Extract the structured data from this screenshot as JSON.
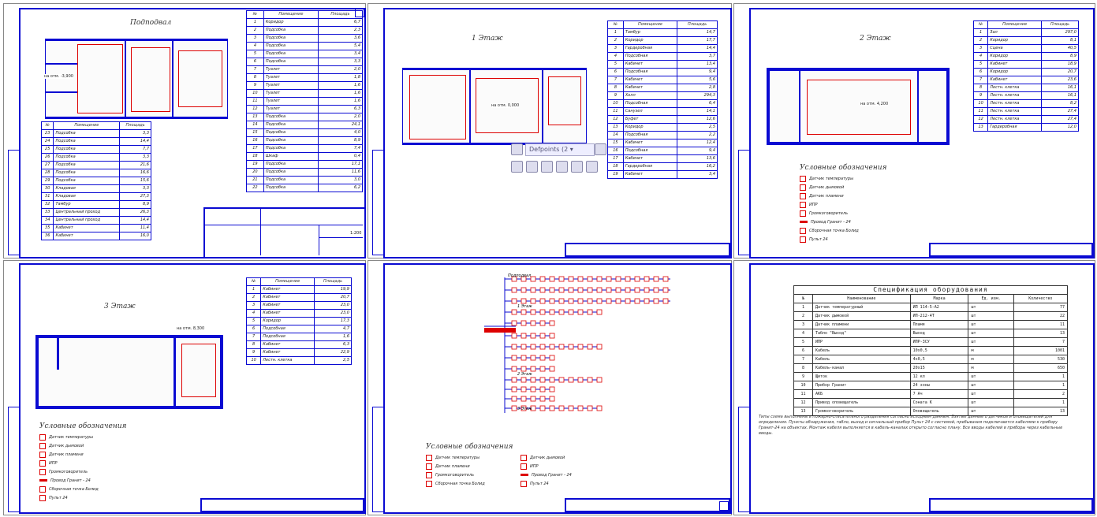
{
  "colors": {
    "frame": "#0a0ad2",
    "equipment": "#dd0000"
  },
  "toolbar": {
    "layer_label": "Defpoints (2",
    "buttons": [
      "zoom-window-icon",
      "zoom-extents-icon",
      "zoom-previous-icon",
      "pan-icon",
      "regen-icon",
      "save-icon"
    ]
  },
  "sheet1": {
    "title": "Подподвал",
    "plan_label": "на отм. -3,900",
    "table_right": {
      "headers": [
        "№",
        "Помещение",
        "Площадь"
      ],
      "rows": [
        [
          "1",
          "Коридор",
          "6,7"
        ],
        [
          "2",
          "Подсобка",
          "2,3"
        ],
        [
          "3",
          "Подсобка",
          "3,6"
        ],
        [
          "4",
          "Подсобка",
          "5,4"
        ],
        [
          "5",
          "Подсобка",
          "3,4"
        ],
        [
          "6",
          "Подсобка",
          "3,3"
        ],
        [
          "7",
          "Туалет",
          "2,0"
        ],
        [
          "8",
          "Туалет",
          "1,8"
        ],
        [
          "9",
          "Туалет",
          "1,6"
        ],
        [
          "10",
          "Туалет",
          "1,6"
        ],
        [
          "11",
          "Туалет",
          "1,6"
        ],
        [
          "12",
          "Туалет",
          "6,3"
        ],
        [
          "13",
          "Подсобка",
          "2,0"
        ],
        [
          "14",
          "Подсобка",
          "24,1"
        ],
        [
          "15",
          "Подсобка",
          "4,0"
        ],
        [
          "16",
          "Подсобка",
          "8,9"
        ],
        [
          "17",
          "Подсобка",
          "7,4"
        ],
        [
          "18",
          "Шкаф",
          "0,4"
        ],
        [
          "19",
          "Подсобка",
          "17,1"
        ],
        [
          "20",
          "Подсобка",
          "11,6"
        ],
        [
          "21",
          "Подсобка",
          "3,0"
        ],
        [
          "22",
          "Подсобка",
          "6,2"
        ]
      ]
    },
    "table_left": {
      "headers": [
        "№",
        "Помещение",
        "Площадь"
      ],
      "rows": [
        [
          "23",
          "Подсобка",
          "3,3"
        ],
        [
          "24",
          "Подсобка",
          "14,4"
        ],
        [
          "25",
          "Подсобка",
          "7,7"
        ],
        [
          "26",
          "Подсобка",
          "3,3"
        ],
        [
          "27",
          "Подсобка",
          "21,6"
        ],
        [
          "28",
          "Подсобка",
          "16,6"
        ],
        [
          "29",
          "Подсобка",
          "15,6"
        ],
        [
          "30",
          "Кладовая",
          "3,3"
        ],
        [
          "31",
          "Кладовая",
          "27,3"
        ],
        [
          "32",
          "Тамбур",
          "8,9"
        ],
        [
          "33",
          "Центральный проход",
          "26,3"
        ],
        [
          "34",
          "Центральный проход",
          "14,4"
        ],
        [
          "35",
          "Кабинет",
          "11,4"
        ],
        [
          "36",
          "Кабинет",
          "16,0"
        ]
      ]
    },
    "stamp_scale": "1:200"
  },
  "sheet2": {
    "title": "1 Этаж",
    "plan_label": "на отм. 0,000",
    "table": {
      "headers": [
        "№",
        "Помещение",
        "Площадь"
      ],
      "rows": [
        [
          "1",
          "Тамбур",
          "14,7"
        ],
        [
          "2",
          "Коридор",
          "17,7"
        ],
        [
          "3",
          "Гардеробная",
          "14,4"
        ],
        [
          "4",
          "Подсобная",
          "3,7"
        ],
        [
          "5",
          "Кабинет",
          "13,4"
        ],
        [
          "6",
          "Подсобная",
          "9,4"
        ],
        [
          "7",
          "Кабинет",
          "5,6"
        ],
        [
          "8",
          "Кабинет",
          "2,8"
        ],
        [
          "9",
          "Холл",
          "294,3"
        ],
        [
          "10",
          "Подсобная",
          "6,4"
        ],
        [
          "11",
          "Санузел",
          "14,1"
        ],
        [
          "12",
          "Буфет",
          "12,6"
        ],
        [
          "13",
          "Коридор",
          "2,5"
        ],
        [
          "14",
          "Подсобная",
          "2,2"
        ],
        [
          "15",
          "Кабинет",
          "12,4"
        ],
        [
          "16",
          "Подсобная",
          "9,4"
        ],
        [
          "17",
          "Кабинет",
          "13,6"
        ],
        [
          "18",
          "Гардеробная",
          "16,2"
        ],
        [
          "19",
          "Кабинет",
          "3,4"
        ]
      ]
    }
  },
  "sheet3": {
    "title": "2 Этаж",
    "plan_label": "на отм. 4,200",
    "table": {
      "headers": [
        "№",
        "Помещение",
        "Площадь"
      ],
      "rows": [
        [
          "1",
          "Зал",
          "297,0"
        ],
        [
          "2",
          "Коридор",
          "8,1"
        ],
        [
          "3",
          "Сцена",
          "40,5"
        ],
        [
          "4",
          "Коридор",
          "8,9"
        ],
        [
          "5",
          "Кабинет",
          "18,9"
        ],
        [
          "6",
          "Коридор",
          "20,7"
        ],
        [
          "7",
          "Кабинет",
          "23,6"
        ],
        [
          "8",
          "Лестн. клетка",
          "16,1"
        ],
        [
          "9",
          "Лестн. клетка",
          "16,1"
        ],
        [
          "10",
          "Лестн. клетка",
          "8,2"
        ],
        [
          "11",
          "Лестн. клетка",
          "27,4"
        ],
        [
          "12",
          "Лестн. клетка",
          "27,4"
        ],
        [
          "13",
          "Гардеробная",
          "12,0"
        ]
      ]
    },
    "legend": {
      "title": "Условные обозначения",
      "items": [
        "Датчик температуры",
        "Датчик дымовой",
        "Датчик пламени",
        "ИПР",
        "Громкоговоритель",
        "Провод Гранит - 24",
        "Сборочная точка Болид",
        "Пульт 24"
      ]
    }
  },
  "sheet4": {
    "title": "3 Этаж",
    "plan_label": "на отм. 8,300",
    "table": {
      "headers": [
        "№",
        "Помещение",
        "Площадь"
      ],
      "rows": [
        [
          "1",
          "Кабинет",
          "19,9"
        ],
        [
          "2",
          "Кабинет",
          "20,7"
        ],
        [
          "3",
          "Кабинет",
          "23,0"
        ],
        [
          "4",
          "Кабинет",
          "23,0"
        ],
        [
          "5",
          "Коридор",
          "17,3"
        ],
        [
          "6",
          "Подсобная",
          "4,7"
        ],
        [
          "7",
          "Подсобная",
          "1,6"
        ],
        [
          "8",
          "Кабинет",
          "6,3"
        ],
        [
          "9",
          "Кабинет",
          "22,9"
        ],
        [
          "10",
          "Лестн. клетка",
          "2,5"
        ]
      ]
    },
    "legend": {
      "title": "Условные обозначения",
      "items": [
        "Датчик температуры",
        "Датчик дымовой",
        "Датчик пламени",
        "ИПР",
        "Громкоговоритель",
        "Провод Гранит - 24",
        "Сборочная точка Болид",
        "Пульт 24"
      ]
    }
  },
  "sheet5": {
    "labels": [
      "Подподвал",
      "1 Этаж",
      "2 Этаж",
      "3 Этаж"
    ],
    "legend": {
      "title": "Условные обозначения",
      "items": [
        "Датчик температуры",
        "Датчик дымовой",
        "Датчик пламени",
        "ИПР",
        "Громкоговоритель",
        "Провод Гранит - 24",
        "Сборочная точка Болид",
        "Пульт 24"
      ]
    }
  },
  "sheet6": {
    "title": "Спецификация оборудования",
    "headers": [
      "№",
      "Наименование",
      "Марка",
      "Ед. изм.",
      "Количество"
    ],
    "rows": [
      [
        "1",
        "Датчик температурный",
        "ИП 114-5-А2",
        "шт",
        "77"
      ],
      [
        "2",
        "Датчик дымовой",
        "ИП-212-4Т",
        "шт",
        "22"
      ],
      [
        "3",
        "Датчик пламени",
        "Пламя",
        "шт",
        "11"
      ],
      [
        "4",
        "Табло \"Выход\"",
        "Выход",
        "шт",
        "13"
      ],
      [
        "5",
        "ИПР",
        "ИПР-3СУ",
        "шт",
        "7"
      ],
      [
        "6",
        "Кабель",
        "10х0,5",
        "м",
        "1001"
      ],
      [
        "7",
        "Кабель",
        "4х0,5",
        "м",
        "530"
      ],
      [
        "8",
        "Кабель-канал",
        "20х15",
        "м",
        "650"
      ],
      [
        "9",
        "Щиток",
        "12 кл",
        "шт",
        "1"
      ],
      [
        "10",
        "Прибор Гранит",
        "24 зоны",
        "шт",
        "1"
      ],
      [
        "11",
        "АКБ",
        "7 Ач",
        "шт",
        "2"
      ],
      [
        "12",
        "Привод оповещатель",
        "Соната К",
        "шт",
        "1"
      ],
      [
        "13",
        "Громкоговоритель",
        "Оповещатель",
        "шт",
        "13"
      ]
    ],
    "notes": "Типы схема выполнены в пожарно-спасательного разделения согласно исходным данным. Взятые данные о датчиков и оповещателей для определения. Пункты обнаружения, табло, выход и сигнальный прибор Пульт 24 с системой, пребывания подключаются кабелями к прибору Гранит-24 на объектах. Монтаж кабеля выполняется в кабель-каналах открыто согласно плану. Все вводы кабелей в приборы через кабельные вводы."
  }
}
